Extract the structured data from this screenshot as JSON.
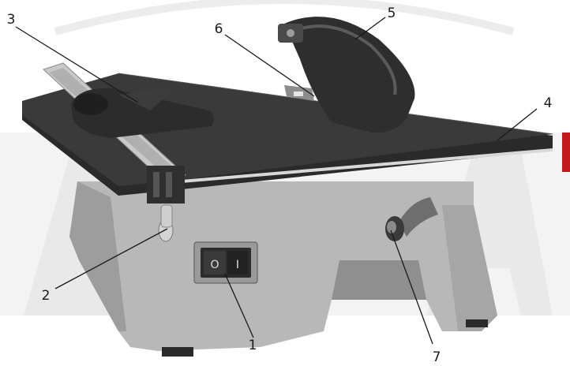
{
  "figure": {
    "subject": "tile saw",
    "colors": {
      "table": "#3a3a3a",
      "table_edge": "#2a2a2a",
      "base": "#b8b8b8",
      "base_shadow": "#8f8f8f",
      "fence": "#c9c9c9",
      "guard": "#2e2e2e",
      "watermark": "#ececec",
      "brand_band": "#f3f3f3",
      "accent_red": "#c21818",
      "leader": "#1a1a1a"
    }
  },
  "callouts": [
    {
      "id": "1",
      "label": "1"
    },
    {
      "id": "2",
      "label": "2"
    },
    {
      "id": "3",
      "label": "3"
    },
    {
      "id": "4",
      "label": "4"
    },
    {
      "id": "5",
      "label": "5"
    },
    {
      "id": "6",
      "label": "6"
    },
    {
      "id": "7",
      "label": "7"
    }
  ],
  "switch": {
    "off_symbol": "O",
    "on_symbol": "I"
  }
}
